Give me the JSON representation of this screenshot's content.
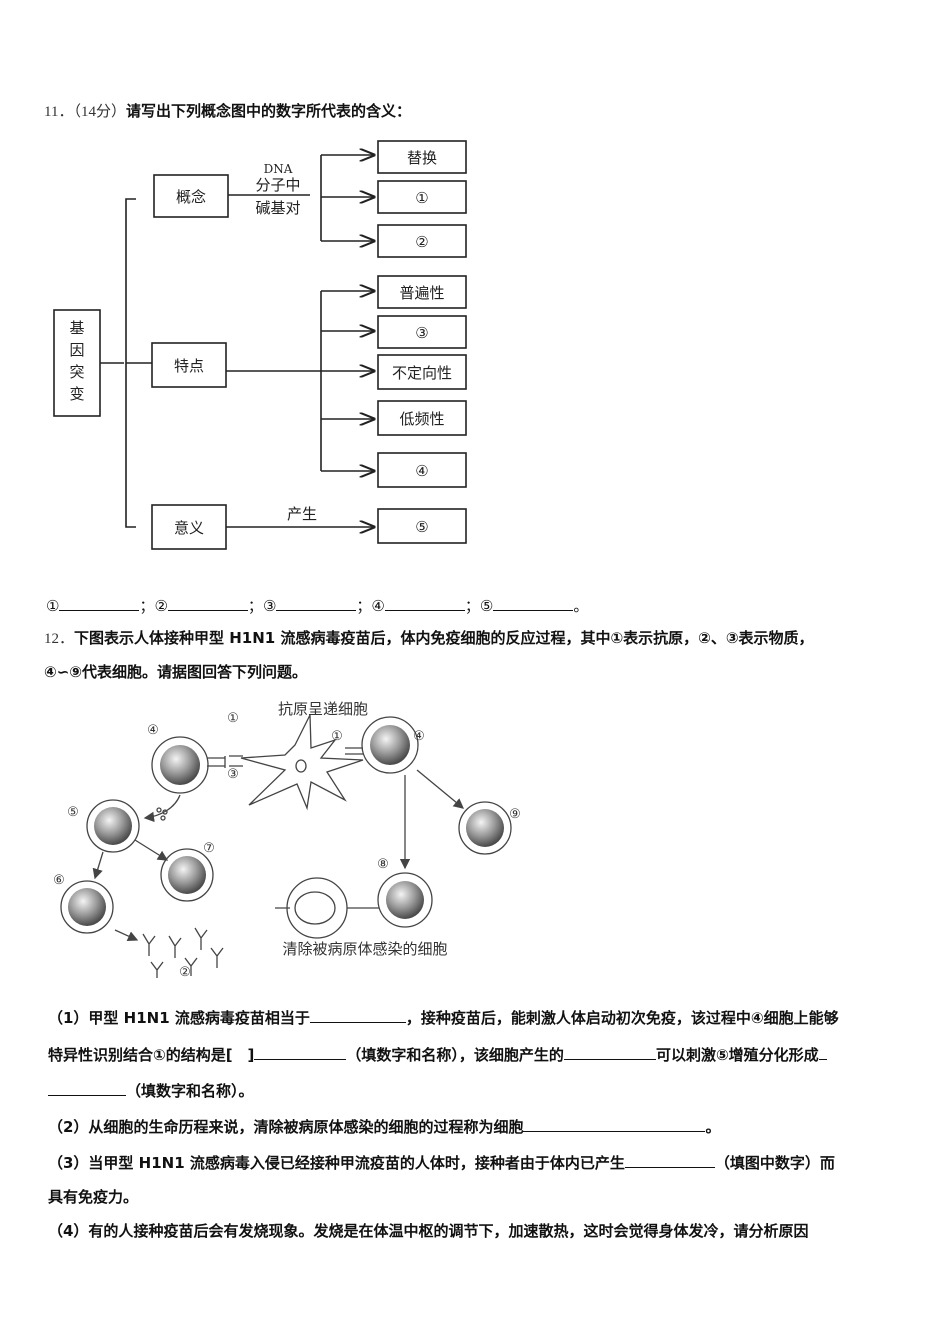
{
  "q11": {
    "number": "11．",
    "points": "（14分）",
    "prompt": "请写出下列概念图中的数字所代表的含义：",
    "diagram": {
      "root": "基因突变",
      "concept": "概念",
      "concept_arrow_label": [
        "DNA",
        "分子中",
        "碱基对"
      ],
      "concept_targets": [
        "替换",
        "①",
        "②"
      ],
      "features": "特点",
      "feature_targets": [
        "普遍性",
        "③",
        "不定向性",
        "低频性",
        "④"
      ],
      "meaning": "意义",
      "meaning_arrow_label": "产生",
      "meaning_target": "⑤"
    },
    "answers": {
      "a1": "①",
      "sep": "；",
      "a2": "②",
      "a3": "③",
      "a4": "④",
      "a5": "⑤",
      "end": "。"
    }
  },
  "q12": {
    "number": "12．",
    "intro_line1": "下图表示人体接种甲型 H1N1 流感病毒疫苗后，体内免疫细胞的反应过程，其中①表示抗原，②、③表示物质，",
    "intro_line2": "④∽⑨代表细胞。请据图回答下列问题。",
    "figure": {
      "apc_label": "抗原呈递细胞",
      "bottom_label": "清除被病原体感染的细胞",
      "marks": [
        "①",
        "②",
        "③",
        "④",
        "⑤",
        "⑥",
        "⑦",
        "⑧",
        "⑨"
      ]
    },
    "sub1": {
      "a": "（1）甲型 H1N1 流感病毒疫苗相当于",
      "b": "，接种疫苗后，能刺激人体启动初次免疫，该过程中④细胞上能够",
      "c": "特异性识别结合①的结构是[　]",
      "d": "（填数字和名称），该细胞产生的",
      "e": "可以刺激⑤增殖分化形成",
      "f": "（填数字和名称）。"
    },
    "sub2": {
      "a": "（2）从细胞的生命历程来说，清除被病原体感染的细胞的过程称为细胞",
      "b": "。"
    },
    "sub3": {
      "a": "（3）当甲型 H1N1 流感病毒入侵已经接种甲流疫苗的人体时，接种者由于体内已产生",
      "b": "（填图中数字）而",
      "c": "具有免疫力。"
    },
    "sub4": {
      "a": "（4）有的人接种疫苗后会有发烧现象。发烧是在体温中枢的调节下，加速散热，这时会觉得身体发冷，请分析原因"
    }
  }
}
